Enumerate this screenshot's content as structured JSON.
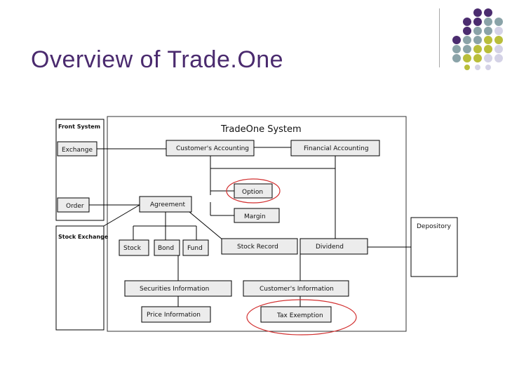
{
  "slide": {
    "title": "Overview of Trade.One",
    "colors": {
      "title": "#4a2a6e",
      "dot_purple": "#4b2c6f",
      "dot_teal": "#8aa3a8",
      "dot_olive": "#b9be3a",
      "dot_lilac": "#d4d2e6",
      "highlight": "#d23030"
    }
  },
  "diagram": {
    "system_title": "TradeOne System",
    "front_system": "Front System",
    "exchange": "Exchange",
    "order": "Order",
    "stock_exchange": "Stock Exchange",
    "customers_accounting": "Customer's Accounting",
    "financial_accounting": "Financial Accounting",
    "option": "Option",
    "agreement": "Agreement",
    "margin": "Margin",
    "stock": "Stock",
    "bond": "Bond",
    "fund": "Fund",
    "stock_record": "Stock Record",
    "dividend": "Dividend",
    "securities_information": "Securities Information",
    "customers_information": "Customer's Information",
    "price_information": "Price Information",
    "tax_exemption": "Tax Exemption",
    "depository": "Depository"
  }
}
